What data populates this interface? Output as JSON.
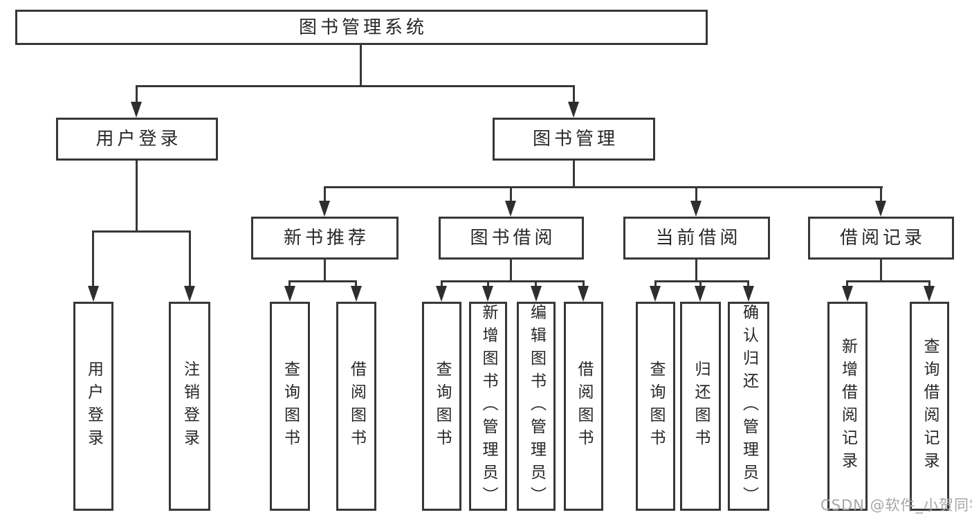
{
  "diagram": {
    "title": "图书管理系统",
    "type": "hierarchy-diagram"
  },
  "tree": {
    "root": {
      "label": "图书管理系统",
      "children": [
        {
          "label": "用户登录",
          "children": [
            {
              "label": "用户登录"
            },
            {
              "label": "注销登录"
            }
          ]
        },
        {
          "label": "图书管理",
          "children": [
            {
              "label": "新书推荐",
              "children": [
                {
                  "label": "查询图书"
                },
                {
                  "label": "借阅图书"
                }
              ]
            },
            {
              "label": "图书借阅",
              "children": [
                {
                  "label": "查询图书"
                },
                {
                  "label": "新增图书（管理员）"
                },
                {
                  "label": "编辑图书（管理员）"
                },
                {
                  "label": "借阅图书"
                }
              ]
            },
            {
              "label": "当前借阅",
              "children": [
                {
                  "label": "查询图书"
                },
                {
                  "label": "归还图书"
                },
                {
                  "label": "确认归还（管理员）"
                }
              ]
            },
            {
              "label": "借阅记录",
              "children": [
                {
                  "label": "新增借阅记录"
                },
                {
                  "label": "查询借阅记录"
                }
              ]
            }
          ]
        }
      ]
    }
  },
  "watermark": {
    "text": "CSDN @软件_小贺同学"
  },
  "colors": {
    "background": "#ffffff",
    "box_border": "#373737",
    "connector_line": "#373737",
    "arrowhead": "#2e2e2e",
    "node_text": "#272727",
    "watermark_text": "#a6a6a6"
  }
}
